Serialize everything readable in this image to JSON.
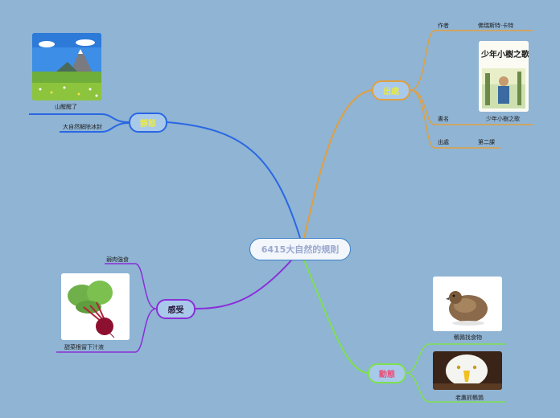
{
  "root": {
    "title": "6415大自然的規則"
  },
  "colors": {
    "background": "#8fb4d4",
    "blue": "#2a67e3",
    "orange": "#e0a040",
    "purple": "#8a2fd8",
    "green": "#7ee050"
  },
  "branches": {
    "jingtai": {
      "title": "靜態",
      "items": [
        {
          "text": "山醒醒了",
          "image": "alpine-meadow-mountain-photo"
        },
        {
          "text": "大自然解除冰封"
        }
      ]
    },
    "source": {
      "title": "出處",
      "rows": [
        {
          "key": "作者",
          "value": "佛瑞斯特·卡特"
        },
        {
          "key": "書名",
          "value": "少年小樹之歌"
        },
        {
          "key": "出處",
          "value": "第二課"
        }
      ],
      "book_title": "少年小樹之歌"
    },
    "ganshou": {
      "title": "感受",
      "items": [
        {
          "text": "弱肉強食"
        },
        {
          "text": "甜菜根留下汁液",
          "image": "beetroot-photo"
        }
      ]
    },
    "dongtai": {
      "title": "動態",
      "items": [
        {
          "text": "鵪鶉找食物",
          "image": "quail-photo"
        },
        {
          "text": "老鷹抓鵪鶉",
          "image": "bald-eagle-photo"
        }
      ]
    }
  }
}
